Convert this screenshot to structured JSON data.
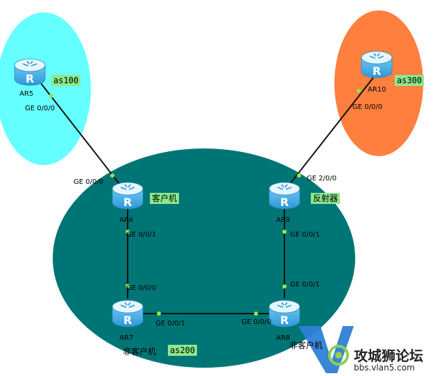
{
  "colors": {
    "as100_zone": "#66ffff",
    "as300_zone": "#ff7f3f",
    "as200_zone": "#007575",
    "link": "#111111",
    "port_dot": "#9be34b",
    "tag_bg": "#8ce88c",
    "router_top": "#dff5ff",
    "router_body": "#4fb6ec",
    "watermark_blue": "#2f7fd6"
  },
  "routers": [
    {
      "id": "AR5",
      "label": "AR5"
    },
    {
      "id": "AR10",
      "label": "AR10"
    },
    {
      "id": "AR6",
      "label": "AR6"
    },
    {
      "id": "AR9",
      "label": "AR9"
    },
    {
      "id": "AR7",
      "label": "AR7"
    },
    {
      "id": "AR8",
      "label": "AR8"
    }
  ],
  "as_tags": {
    "as100": "as100",
    "as300": "as300",
    "as200": "as200"
  },
  "role_tags": {
    "client": "客户机",
    "reflector": "反射器",
    "non_client": "非客户机",
    "non_client_partial": "非客户机"
  },
  "ports": {
    "ar5_g000": "GE 0/0/0",
    "ar6_g000": "GE 0/0/0",
    "ar10_g000": "GE 0/0/0",
    "ar9_g200": "GE 2/0/0",
    "ar6_g001": "GE 0/0/1",
    "ar7_g000": "GE 0/0/0",
    "ar9_g001": "GE 0/0/1",
    "ar8_g001": "GE 0/0/1",
    "ar7_g001": "GE 0/0/1",
    "ar8_g000": "GE 0/0/0"
  },
  "watermark": {
    "title": "攻城狮论坛",
    "url": "bbs.vlan5.com"
  }
}
